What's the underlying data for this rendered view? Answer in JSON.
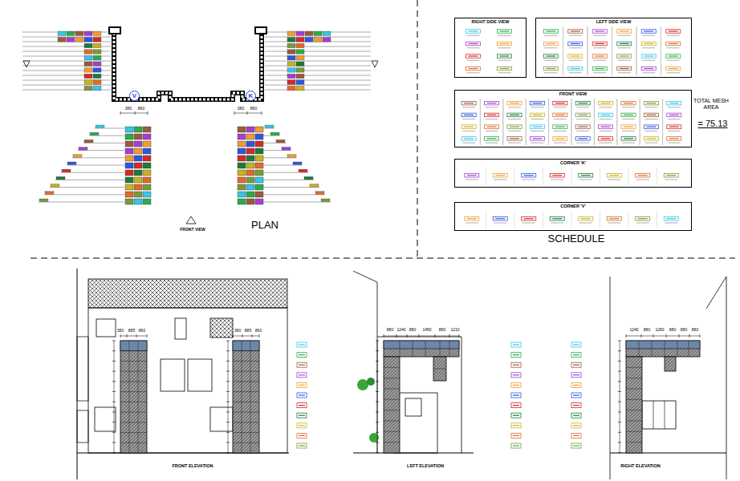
{
  "diagram": {
    "nodes": [
      {
        "text": [
          "RIGHT SIDE VIEW"
        ]
      },
      {
        "text": [
          "LEFT SIDE VIEW"
        ]
      },
      {
        "text": [
          "FRONT VIEW"
        ]
      },
      {
        "text": [
          "CORNER 'K'"
        ]
      },
      {
        "text": [
          "CORNER 'V'"
        ]
      },
      {
        "text": [
          "V"
        ]
      },
      {
        "text": [
          "K"
        ]
      }
    ],
    "labels": [
      "PLAN",
      "FRONT VIEW",
      "SCHEDULE",
      "TOTAL MESH AREA",
      "= 75.13",
      "FRONT ELEVATION",
      "LEFT ELEVATION",
      "RIGHT ELEVATION",
      "380",
      "885",
      "860",
      "380",
      "885",
      "860",
      "880",
      "1240",
      "880",
      "1450",
      "880",
      "1210",
      "1240",
      "880",
      "1260",
      "880",
      "880",
      "880",
      "380",
      "860",
      "380",
      "860"
    ]
  }
}
